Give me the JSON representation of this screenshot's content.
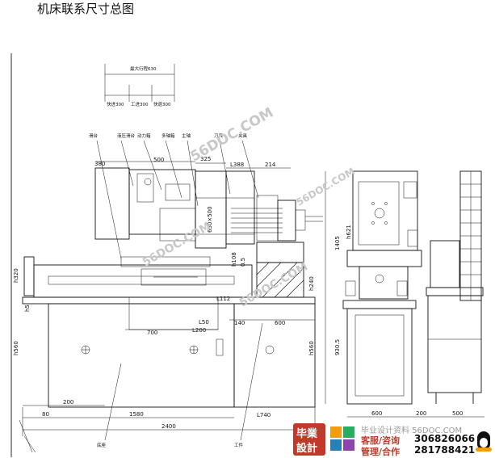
{
  "title": "机床联系尺寸总图",
  "dimensions": {
    "total_stroke": "最大行程630",
    "fast_forward": "快进300",
    "work_feed": "工进300",
    "fast_back": "快退300",
    "d500": "500",
    "d380": "380",
    "d325": "325",
    "dL388": "L388",
    "d214": "214",
    "d630x500": "630×500",
    "dh108": "h108",
    "d05": "0.5",
    "dL112": "L112",
    "dL50": "L50",
    "dL200": "L200",
    "dh320": "h320",
    "dh5": "h5",
    "dh240": "h240",
    "dh560": "h560",
    "dh560r": "h560",
    "d700": "700",
    "d140": "140",
    "d600": "600",
    "d200": "200",
    "d80": "80",
    "d1580": "1580",
    "d2400": "2400",
    "dL740": "L740",
    "d1405": "1405",
    "dh621": "h621",
    "d9305": "930.5",
    "d600s": "600",
    "d200s": "200",
    "d500s": "500"
  },
  "callouts": [
    "滑台",
    "液压滑台",
    "动力箱",
    "多轴箱",
    "主轴",
    "刀具",
    "夹具",
    "底座",
    "工件"
  ],
  "watermark": "56DOC.COM",
  "footer": {
    "seal_top": "毕業",
    "seal_bottom": "設計",
    "tagline": "毕业设计资料 56DOC.COM",
    "service_label": "客服/咨询",
    "service_qq": "306826066",
    "manage_label": "管理/合作",
    "manage_qq": "281788421",
    "qq_icon_label": "QQ"
  }
}
